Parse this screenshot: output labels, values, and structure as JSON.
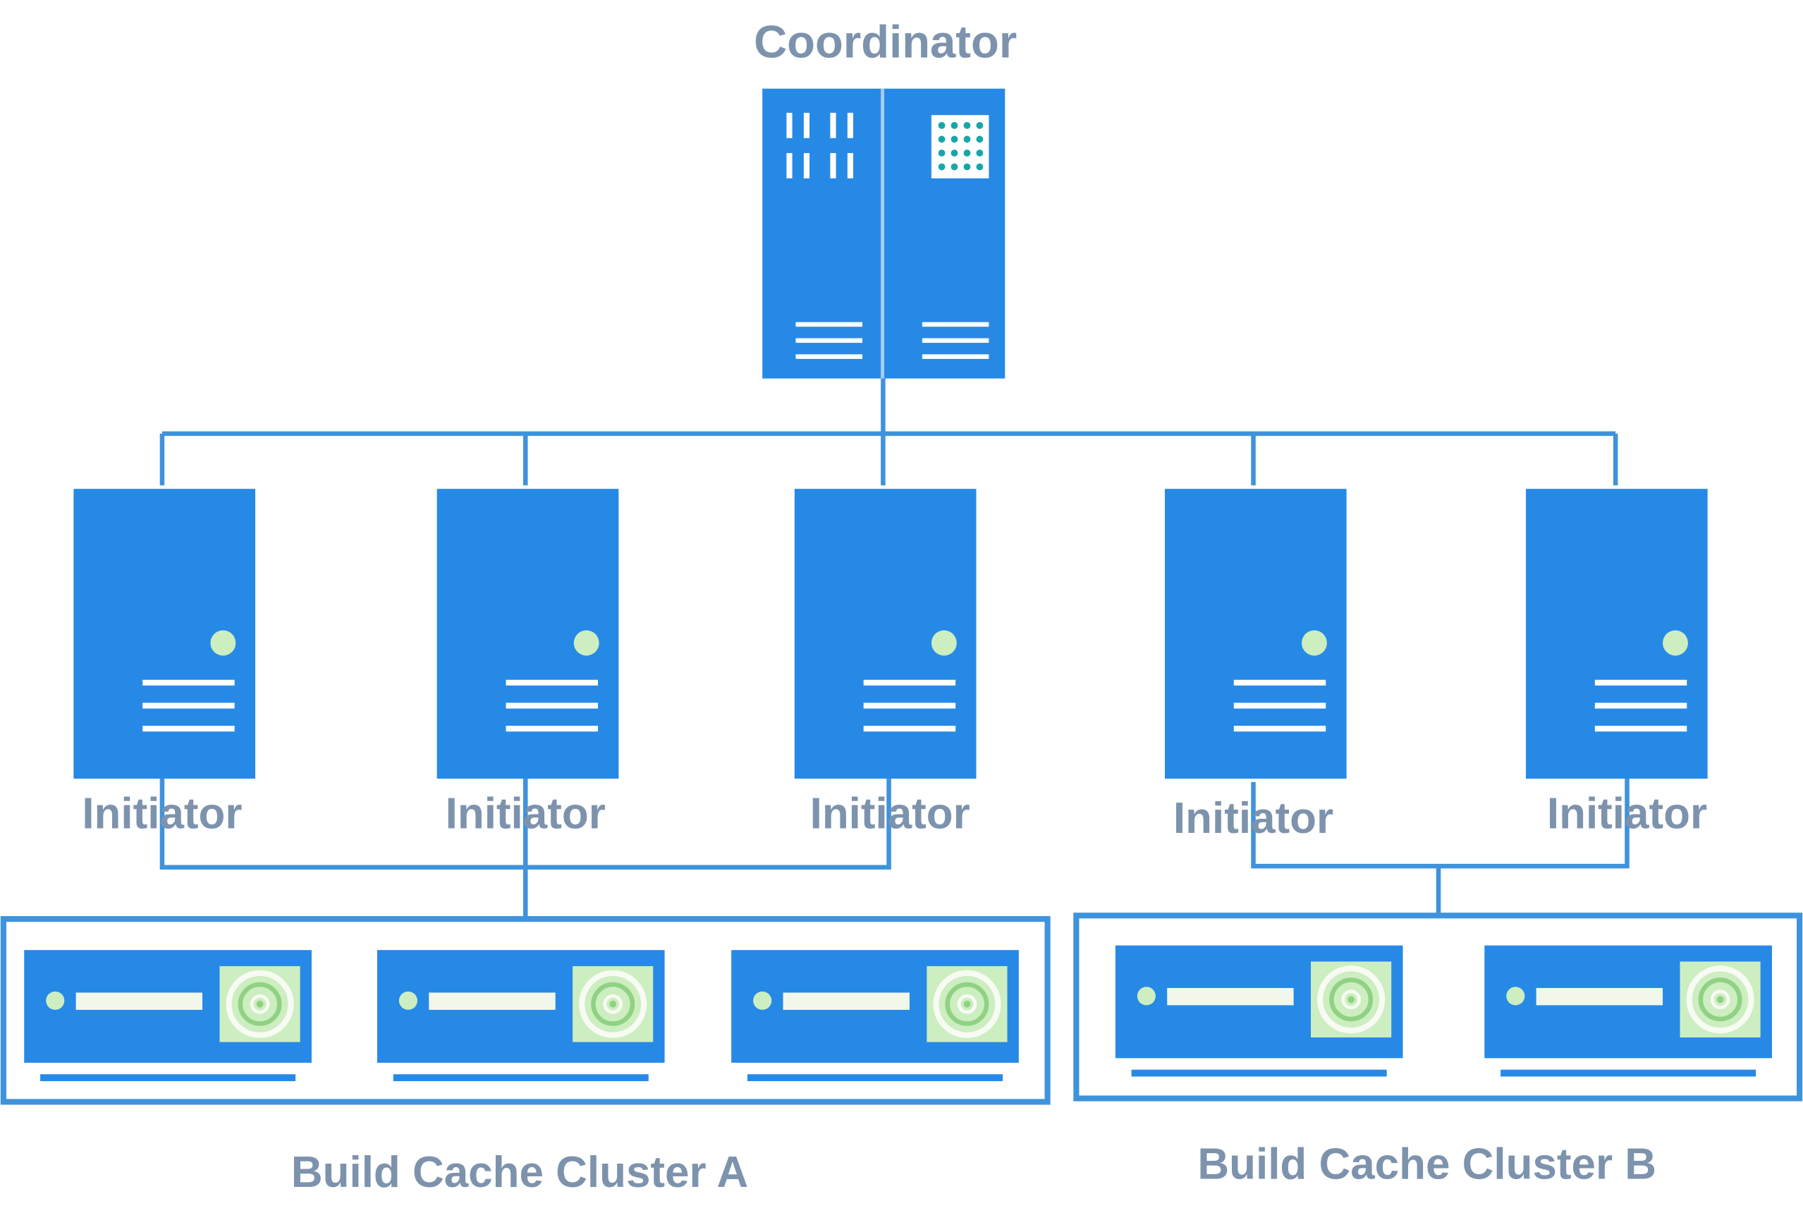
{
  "coordinator": {
    "label": "Coordinator"
  },
  "initiators": [
    {
      "label": "Initiator"
    },
    {
      "label": "Initiator"
    },
    {
      "label": "Initiator"
    },
    {
      "label": "Initiator"
    },
    {
      "label": "Initiator"
    }
  ],
  "clusters": [
    {
      "label": "Build Cache Cluster A",
      "node_count": 3
    },
    {
      "label": "Build Cache Cluster B",
      "node_count": 2
    }
  ],
  "colors": {
    "server_blue": "#2789e6",
    "line_blue": "#3e93dc",
    "label_gray": "#7d93ad",
    "detail_white": "#ffffff",
    "disk_green": "#cdeec0",
    "disk_ring": "#8fd283",
    "keypad_teal": "#16a7a8"
  },
  "icons": {
    "coordinator": "rack-server-icon",
    "initiator": "tower-server-icon",
    "cache_node": "storage-node-icon"
  }
}
